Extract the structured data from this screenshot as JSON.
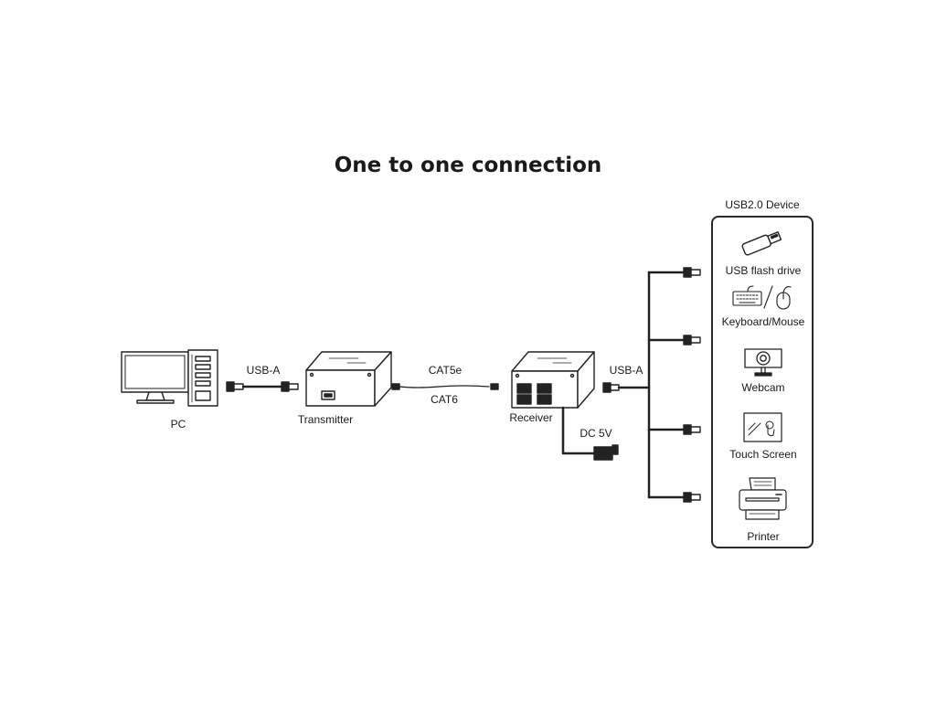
{
  "title": "One to one connection",
  "nodes": {
    "pc": "PC",
    "transmitter": "Transmitter",
    "receiver": "Receiver"
  },
  "links": {
    "pc_to_transmitter": "USB-A",
    "cable_top": "CAT5e",
    "cable_bottom": "CAT6",
    "receiver_to_devices": "USB-A",
    "power": "DC 5V"
  },
  "device_panel": {
    "heading": "USB2.0 Device",
    "devices": [
      {
        "label": "USB flash drive",
        "icon": "usb-flash-drive-icon"
      },
      {
        "label": "Keyboard/Mouse",
        "icon": "keyboard-mouse-icon"
      },
      {
        "label": "Webcam",
        "icon": "webcam-icon"
      },
      {
        "label": "Touch Screen",
        "icon": "touch-screen-icon"
      },
      {
        "label": "Printer",
        "icon": "printer-icon"
      }
    ]
  }
}
